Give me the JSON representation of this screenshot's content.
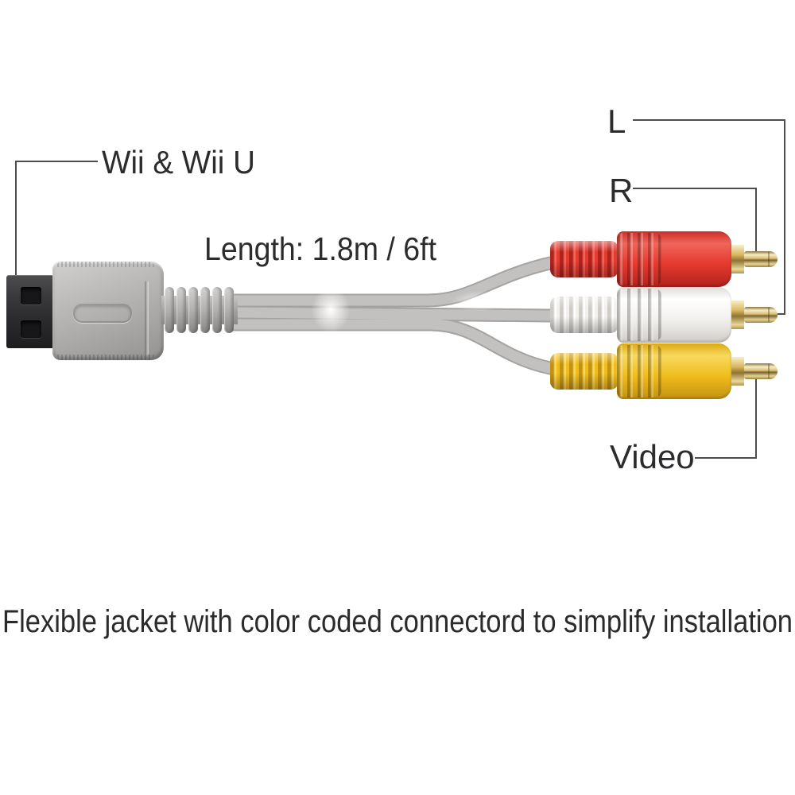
{
  "labels": {
    "console_label": "Wii & Wii U",
    "length_label": "Length: 1.8m / 6ft",
    "left_channel_label": "L",
    "right_channel_label": "R",
    "video_label": "Video"
  },
  "caption": "Flexible jacket with color coded connectord to simplify installation",
  "colors": {
    "background": "#ffffff",
    "text": "#2c2c2e",
    "callout_line": "#4d4d4d",
    "rca_red": "#e53a30",
    "rca_white": "#f3f1ee",
    "rca_yellow": "#f0bd1e",
    "gold_plug": "#dcc078",
    "cable_gray": "#c2c0be",
    "wii_plug_dark": "#2a2a2c",
    "wii_plug_body": "#b3b1af"
  }
}
